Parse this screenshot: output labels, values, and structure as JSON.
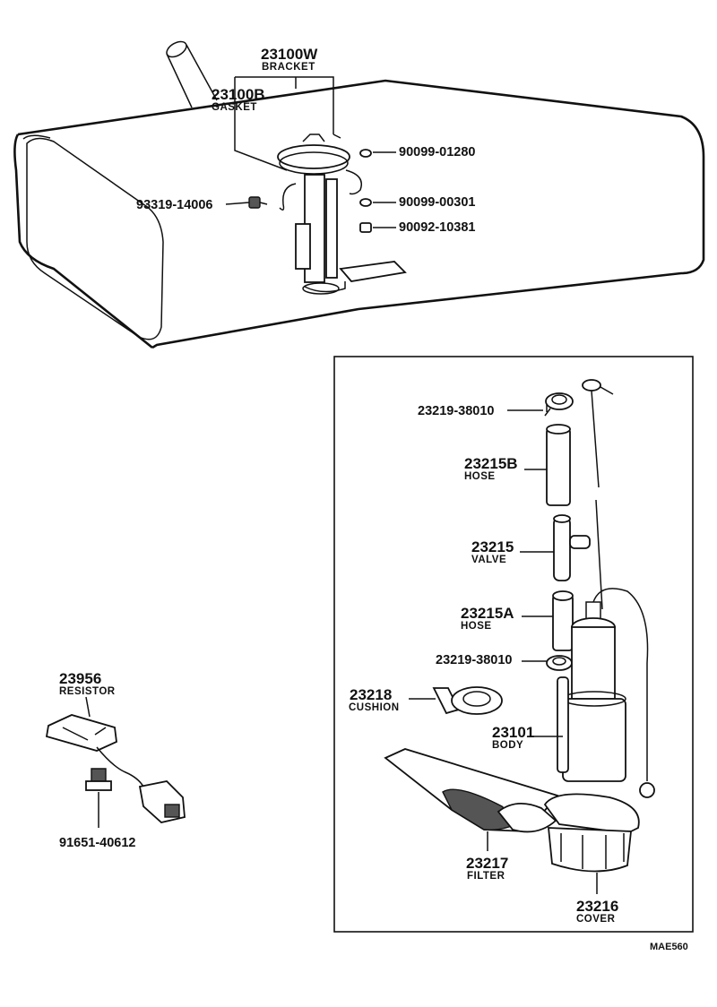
{
  "diagram_code": "MAE560",
  "tank_assembly": {
    "bracket": {
      "part_no": "23100W",
      "name": "BRACKET"
    },
    "gasket": {
      "part_no": "23100B",
      "name": "GASKET"
    },
    "screw_left": {
      "part_no": "93319-14006"
    },
    "clip_upper": {
      "part_no": "90099-01280"
    },
    "clip_middle": {
      "part_no": "90099-00301"
    },
    "nut_lower": {
      "part_no": "90092-10381"
    }
  },
  "pump_detail": {
    "clamp_upper": {
      "part_no": "23219-38010"
    },
    "hose_b": {
      "part_no": "23215B",
      "name": "HOSE"
    },
    "valve": {
      "part_no": "23215",
      "name": "VALVE"
    },
    "hose_a": {
      "part_no": "23215A",
      "name": "HOSE"
    },
    "clamp_lower": {
      "part_no": "23219-38010"
    },
    "cushion": {
      "part_no": "23218",
      "name": "CUSHION"
    },
    "body": {
      "part_no": "23101",
      "name": "BODY"
    },
    "filter": {
      "part_no": "23217",
      "name": "FILTER"
    },
    "cover": {
      "part_no": "23216",
      "name": "COVER"
    }
  },
  "resistor_group": {
    "resistor": {
      "part_no": "23956",
      "name": "RESISTOR"
    },
    "bolt": {
      "part_no": "91651-40612"
    }
  }
}
